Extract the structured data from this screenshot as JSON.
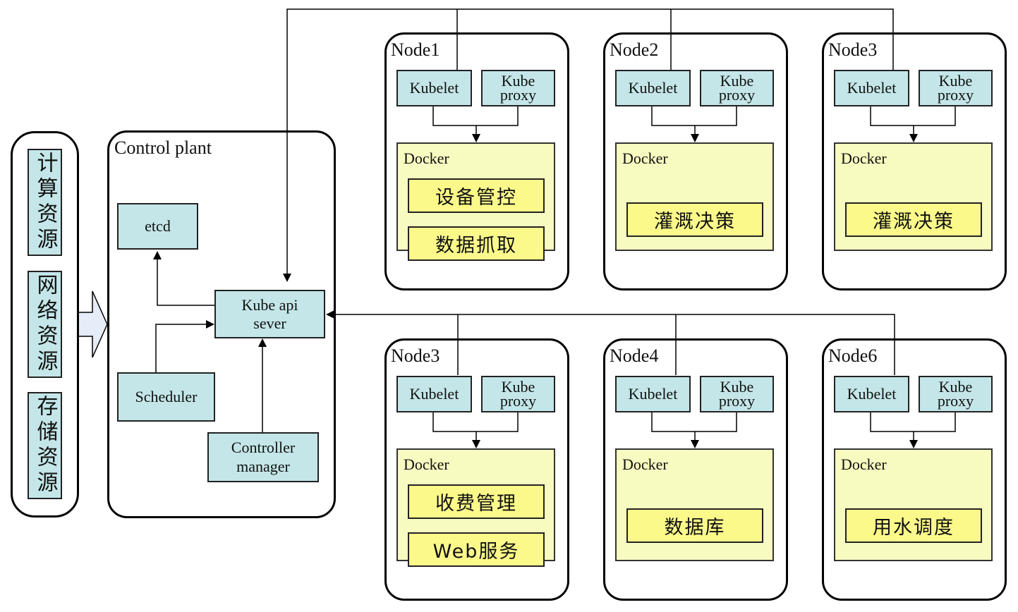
{
  "resources": {
    "items": [
      {
        "label": "计算资源"
      },
      {
        "label": "网络资源"
      },
      {
        "label": "存储资源"
      }
    ]
  },
  "control_plane": {
    "title": "Control plant",
    "etcd": "etcd",
    "api_server": "Kube api sever",
    "api_server_line1": "Kube api",
    "api_server_line2": "sever",
    "scheduler": "Scheduler",
    "controller_manager_line1": "Controller",
    "controller_manager_line2": "manager"
  },
  "node_common": {
    "kubelet": "Kubelet",
    "kube_proxy_line1": "Kube",
    "kube_proxy_line2": "proxy",
    "docker": "Docker"
  },
  "nodes": [
    {
      "name": "Node1",
      "apps": [
        "设备管控",
        "数据抓取"
      ]
    },
    {
      "name": "Node2",
      "apps": [
        "灌溉决策"
      ]
    },
    {
      "name": "Node3",
      "apps": [
        "灌溉决策"
      ]
    },
    {
      "name": "Node3",
      "apps": [
        "收费管理",
        "Web服务"
      ]
    },
    {
      "name": "Node4",
      "apps": [
        "数据库"
      ]
    },
    {
      "name": "Node6",
      "apps": [
        "用水调度"
      ]
    }
  ],
  "colors": {
    "component_fill": "#c4e6e8",
    "docker_fill": "#f8fbc0",
    "app_fill": "#fbf98a",
    "arrow_fill": "#e6ecf8"
  }
}
